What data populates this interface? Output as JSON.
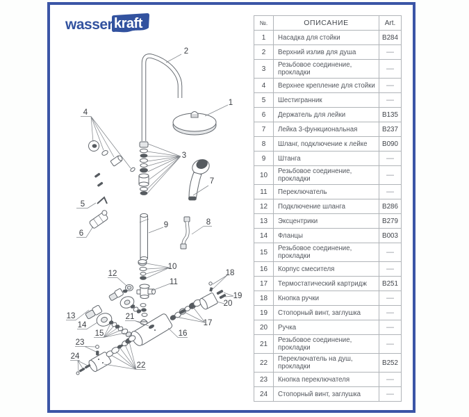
{
  "logo": {
    "part1": "wasser",
    "part2": "kraft"
  },
  "colors": {
    "frame_border": "#3b55a6",
    "logo_blue": "#32529f",
    "table_border": "#b0b4b8",
    "text": "#53575e",
    "diagram_line": "#60656b"
  },
  "diagram": {
    "callouts": [
      "1",
      "2",
      "3",
      "4",
      "5",
      "6",
      "7",
      "8",
      "9",
      "10",
      "11",
      "12",
      "13",
      "14",
      "15",
      "16",
      "17",
      "18",
      "19",
      "20",
      "21",
      "22",
      "23",
      "24"
    ]
  },
  "table": {
    "headers": {
      "no": "№.",
      "description": "ОПИСАНИЕ",
      "art": "Art."
    },
    "rows": [
      {
        "no": "1",
        "description": "Насадка для стойки",
        "art": "B284"
      },
      {
        "no": "2",
        "description": "Верхний излив для душа",
        "art": "—"
      },
      {
        "no": "3",
        "description": "Резьбовое соединение, прокладки",
        "art": "—"
      },
      {
        "no": "4",
        "description": "Верхнее крепление для стойки",
        "art": "—"
      },
      {
        "no": "5",
        "description": "Шестигранник",
        "art": "—"
      },
      {
        "no": "6",
        "description": "Держатель для лейки",
        "art": "B135"
      },
      {
        "no": "7",
        "description": "Лейка 3-функциональная",
        "art": "B237"
      },
      {
        "no": "8",
        "description": "Шланг, подключение к лейке",
        "art": "B090"
      },
      {
        "no": "9",
        "description": "Штанга",
        "art": "—"
      },
      {
        "no": "10",
        "description": "Резьбовое соединение, прокладки",
        "art": "—"
      },
      {
        "no": "11",
        "description": "Переключатель",
        "art": "—"
      },
      {
        "no": "12",
        "description": "Подключение шланга",
        "art": "B286"
      },
      {
        "no": "13",
        "description": "Эксцентрики",
        "art": "B279"
      },
      {
        "no": "14",
        "description": "Фланцы",
        "art": "B003"
      },
      {
        "no": "15",
        "description": "Резьбовое соединение, прокладки",
        "art": "—"
      },
      {
        "no": "16",
        "description": "Корпус смесителя",
        "art": "—"
      },
      {
        "no": "17",
        "description": "Термостатический картридж",
        "art": "B251"
      },
      {
        "no": "18",
        "description": "Кнопка ручки",
        "art": "—"
      },
      {
        "no": "19",
        "description": "Стопорный винт, заглушка",
        "art": "—"
      },
      {
        "no": "20",
        "description": "Ручка",
        "art": "—"
      },
      {
        "no": "21",
        "description": "Резьбовое соединение, прокладки",
        "art": "—"
      },
      {
        "no": "22",
        "description": "Переключатель на душ, прокладки",
        "art": "B252"
      },
      {
        "no": "23",
        "description": "Кнопка переключателя",
        "art": "—"
      },
      {
        "no": "24",
        "description": "Стопорный винт, заглушка",
        "art": "—"
      }
    ]
  }
}
